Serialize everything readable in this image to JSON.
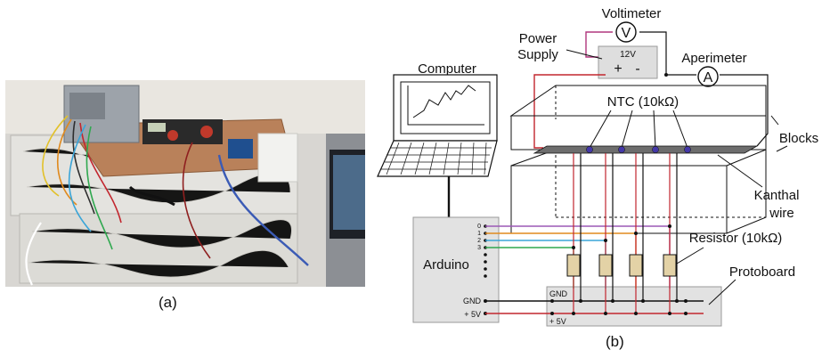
{
  "captions": {
    "a": "(a)",
    "b": "(b)"
  },
  "labels": {
    "voltimeter": "Voltimeter",
    "voltimeter_symbol": "V",
    "power_supply_line1": "Power",
    "power_supply_line2": "Supply",
    "supply_voltage": "12V",
    "supply_plus": "+",
    "supply_minus": "-",
    "aperimeter": "Aperimeter",
    "aperimeter_symbol": "A",
    "computer": "Computer",
    "ntc": "NTC (10kΩ)",
    "blocks": "Blocks",
    "kanthal_line1": "Kanthal",
    "kanthal_line2": "wire",
    "arduino": "Arduino",
    "resistor": "Resistor (10kΩ)",
    "protoboard": "Protoboard",
    "gnd_arduino": "GND",
    "v5_arduino": "+ 5V",
    "gnd_board": "GND",
    "v5_board": "+ 5V",
    "pins": [
      "0",
      "1",
      "2",
      "3"
    ]
  },
  "wire_colors": {
    "power": "#c2262e",
    "pin0": "#9b59b6",
    "pin1": "#e08a1e",
    "pin2": "#3aa5d8",
    "pin3": "#2fa84f",
    "ground": "#111111"
  }
}
